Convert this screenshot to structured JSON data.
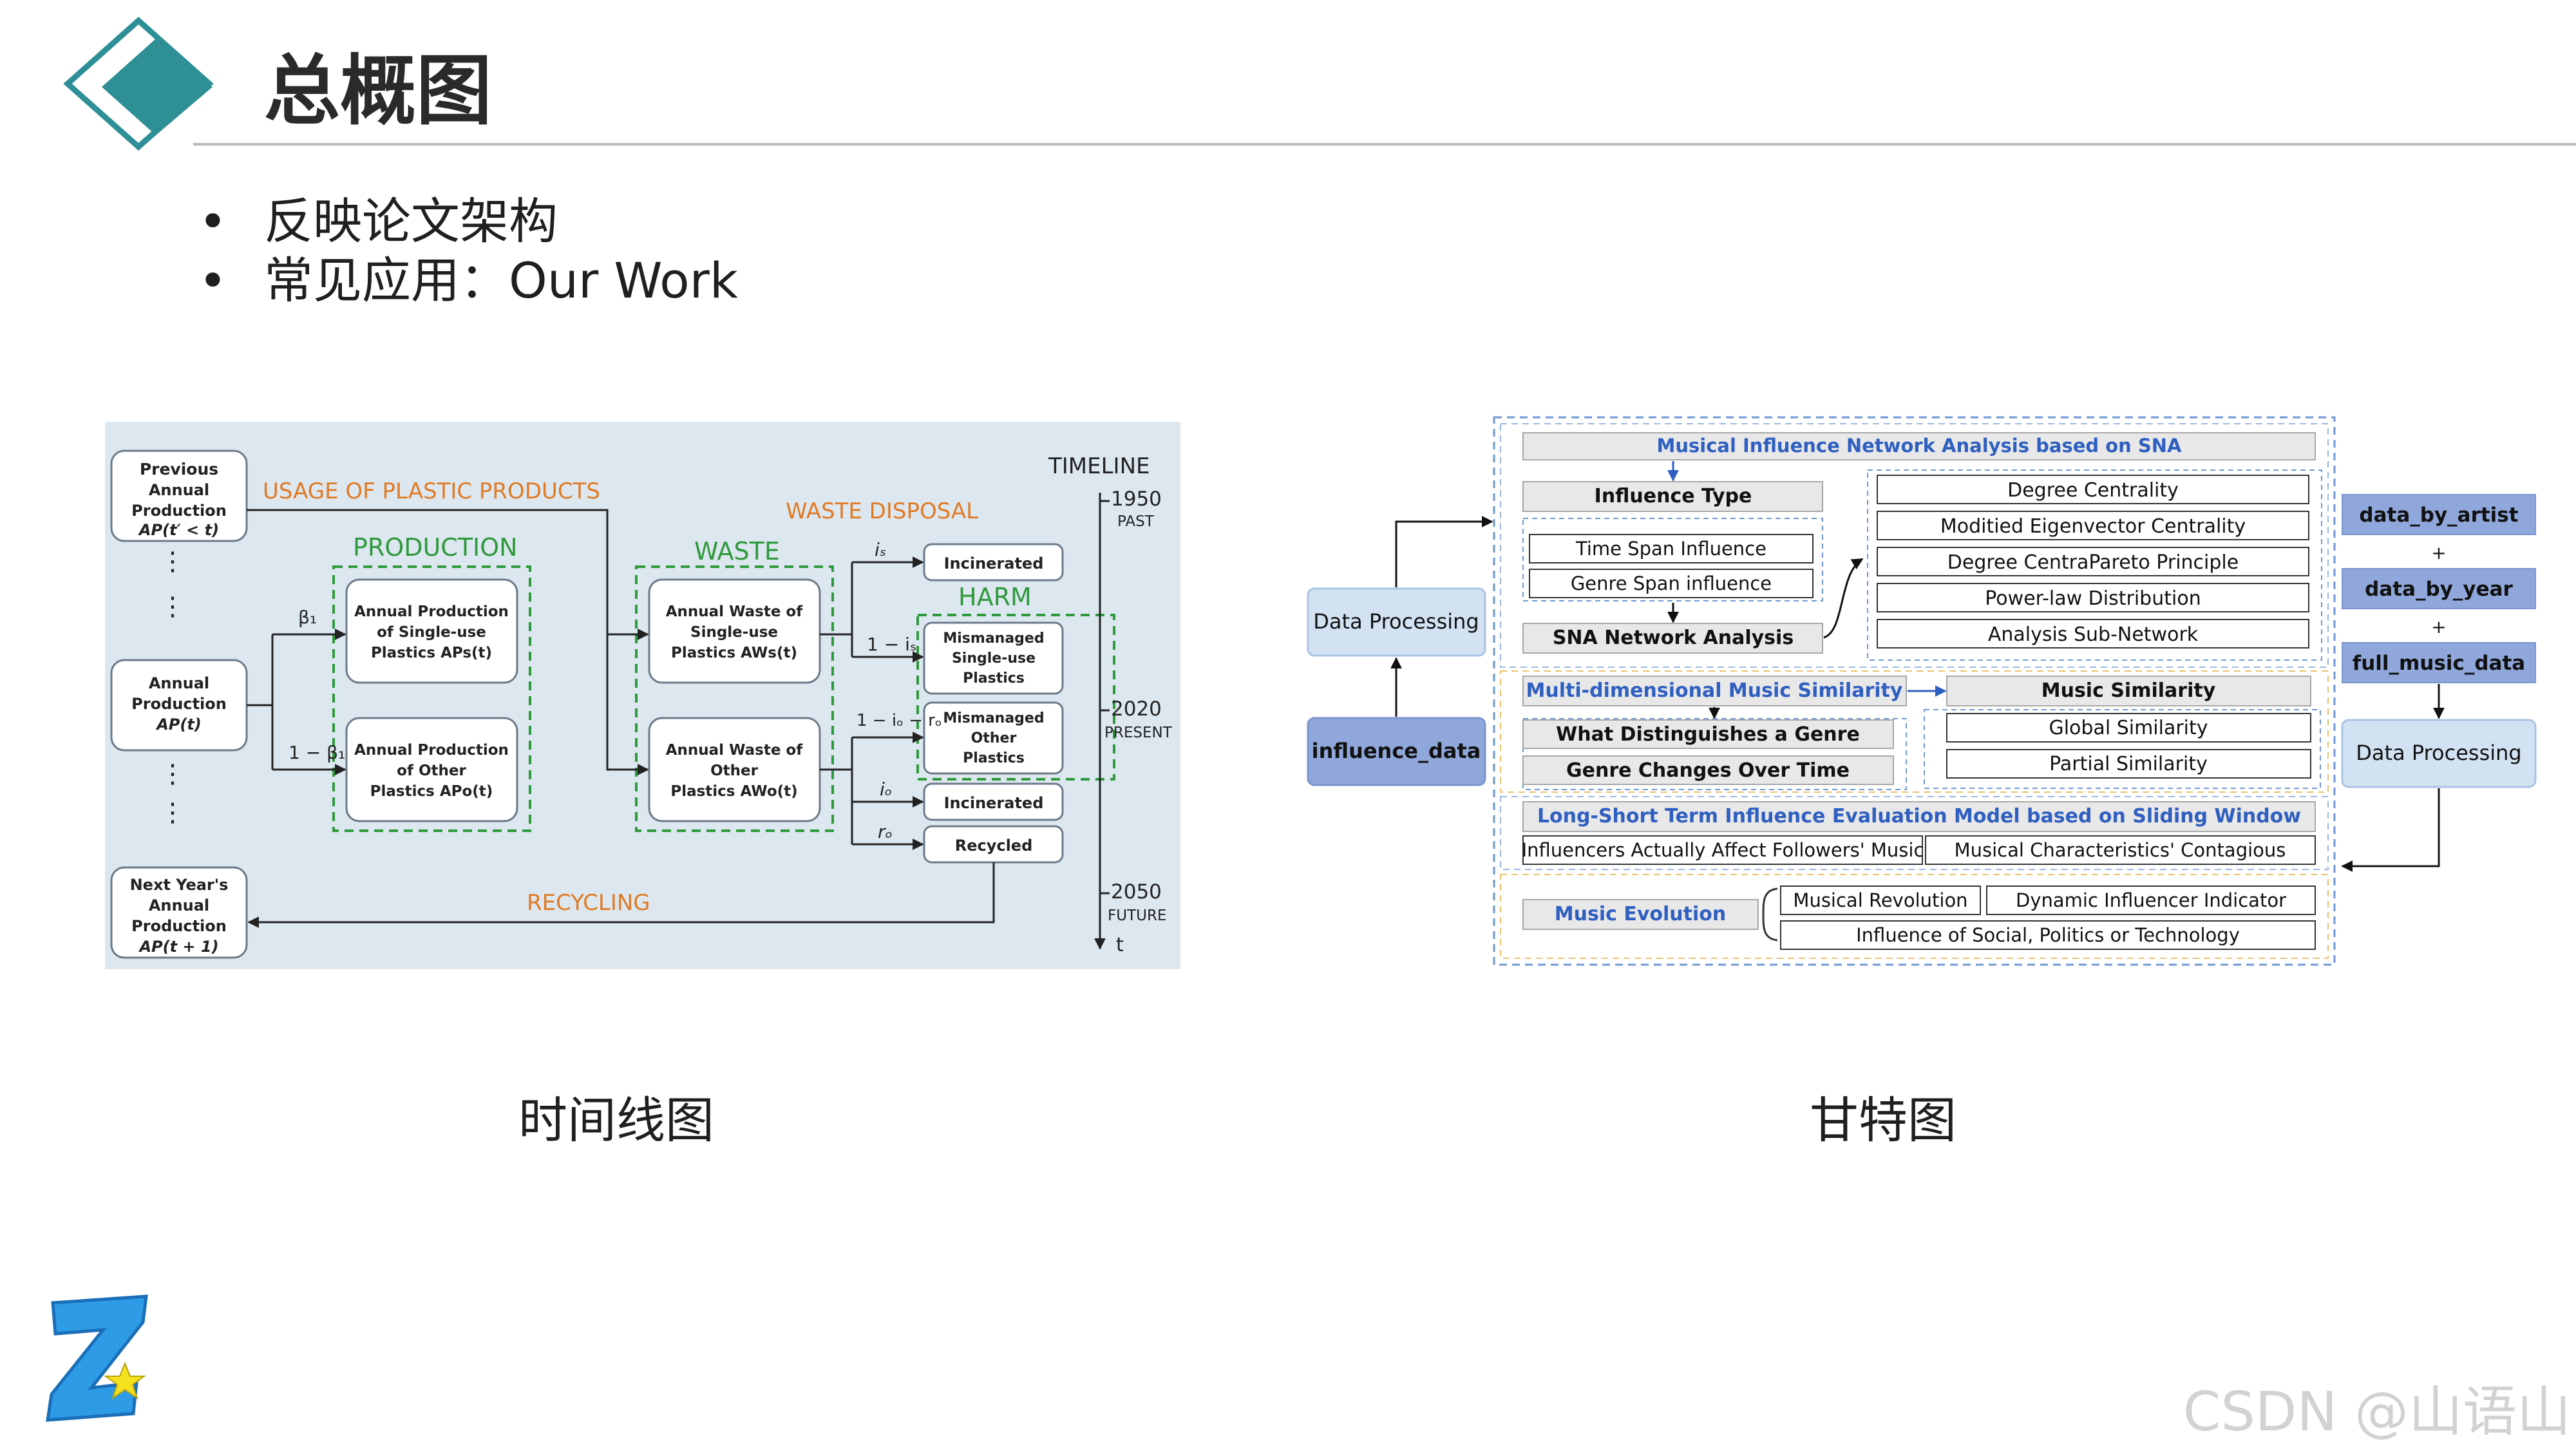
{
  "slide": {
    "title": "总概图",
    "bullets": [
      "反映论文架构",
      "常见应用：Our Work"
    ],
    "captions": {
      "left": "时间线图",
      "right": "甘特图"
    },
    "watermark": "CSDN @山语山"
  },
  "timeline_figure": {
    "sections": {
      "usage": "USAGE OF PLASTIC PRODUCTS",
      "waste_disposal": "WASTE DISPOSAL",
      "production": "PRODUCTION",
      "waste": "WASTE",
      "harm": "HARM",
      "recycling": "RECYCLING",
      "timeline": "TIMELINE"
    },
    "left_boxes": {
      "previous": [
        "Previous",
        "Annual",
        "Production",
        "AP(t′ < t)"
      ],
      "annual": [
        "Annual",
        "Production",
        "AP(t)"
      ],
      "next": [
        "Next Year's",
        "Annual",
        "Production",
        "AP(t + 1)"
      ]
    },
    "production_boxes": {
      "single": [
        "Annual Production",
        "of Single-use",
        "Plastics APs(t)"
      ],
      "other": [
        "Annual Production",
        "of Other",
        "Plastics APo(t)"
      ]
    },
    "waste_boxes": {
      "single": [
        "Annual Waste of",
        "Single-use",
        "Plastics AWs(t)"
      ],
      "other": [
        "Annual Waste of",
        "Other",
        "Plastics AWo(t)"
      ]
    },
    "outcomes": {
      "incinerated_1": "Incinerated",
      "mismanaged_single": [
        "Mismanaged",
        "Single-use",
        "Plastics"
      ],
      "mismanaged_other": [
        "Mismanaged",
        "Other",
        "Plastics"
      ],
      "incinerated_2": "Incinerated",
      "recycled": "Recycled"
    },
    "edge_labels": {
      "beta": "β₁",
      "one_minus_beta": "1 − β₁",
      "is": "iₛ",
      "one_minus_is": "1 − iₛ",
      "one_minus_io": "1 − iₒ − rₒ",
      "io": "iₒ",
      "ro": "rₒ"
    },
    "time_marks": [
      {
        "year": "1950",
        "label": "PAST"
      },
      {
        "year": "2020",
        "label": "PRESENT"
      },
      {
        "year": "2050",
        "label": "FUTURE"
      }
    ],
    "time_axis": "t"
  },
  "gantt_figure": {
    "sna_header": "Musical Influence Network Analysis based on SNA",
    "influence_type": "Influence Type",
    "time_span": "Time Span Influence",
    "genre_span": "Genre Span influence",
    "sna_analysis": "SNA Network Analysis",
    "centrality_items": [
      "Degree Centrality",
      "Moditied Eigenvector Centrality",
      "Degree CentraPareto Principle",
      "Power-law Distribution",
      "Analysis Sub-Network"
    ],
    "similarity_header": "Multi-dimensional Music Similarity",
    "distinguish": "What Distinguishes a Genre",
    "genre_changes": "Genre Changes Over Time",
    "music_similarity": "Music Similarity",
    "global_similarity": "Global Similarity",
    "partial_similarity": "Partial Similarity",
    "lst_header": "Long-Short Term Influence Evaluation Model based on Sliding Window",
    "influencers": "Influencers Actually Affect Followers' Music",
    "contagious": "Musical Characteristics' Contagious",
    "music_evolution": "Music Evolution",
    "revolution": "Musical Revolution",
    "dynamic_indicator": "Dynamic Influencer  Indicator",
    "social_influence": "Influence of Social, Politics or Technology",
    "left_process": "Data Processing",
    "influence_data": "influence_data",
    "right_data": [
      "data_by_artist",
      "data_by_year",
      "full_music_data"
    ],
    "plus": "+",
    "right_process": "Data Processing"
  }
}
